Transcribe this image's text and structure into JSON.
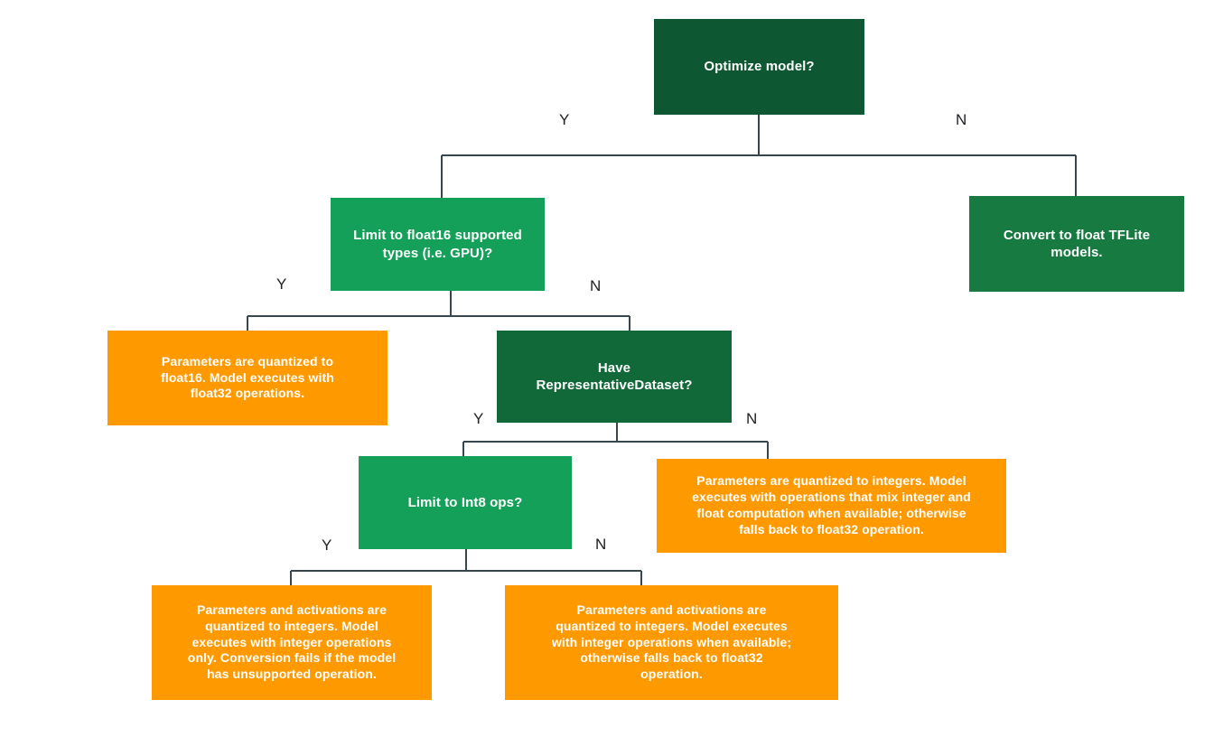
{
  "diagram": {
    "title": "TensorFlow Lite post-training quantization decision tree",
    "background_color": "#ffffff",
    "edge_color": "#37474f",
    "colors": {
      "dark_green": "#0d5732",
      "medium_green": "#177a41",
      "bright_green": "#15a05a",
      "orange": "#ff9900",
      "node_text": "#ffffff",
      "edge_label_text": "#202124"
    }
  },
  "nodes": {
    "optimize_model": {
      "label": "Optimize model?",
      "color": "#0d5732",
      "font_size": 15
    },
    "limit_float16": {
      "label": "Limit to float16 supported\ntypes (i.e. GPU)?",
      "color": "#15a05a",
      "font_size": 15
    },
    "convert_float_tflite": {
      "label": "Convert to float TFLite\nmodels.",
      "color": "#177a41",
      "font_size": 15
    },
    "float16_result": {
      "label": "Parameters are quantized to\nfloat16. Model executes with\nfloat32 operations.",
      "color": "#ff9900",
      "font_size": 14
    },
    "have_representative_dataset": {
      "label": "Have\nRepresentativeDataset?",
      "color": "#11693a",
      "font_size": 15
    },
    "limit_int8_ops": {
      "label": "Limit to Int8 ops?",
      "color": "#15a05a",
      "font_size": 15
    },
    "dynamic_range_result": {
      "label": "Parameters are quantized to integers. Model\nexecutes with operations that mix integer and\nfloat computation when available; otherwise\nfalls back to float32 operation.",
      "color": "#ff9900",
      "font_size": 14
    },
    "full_int_only_result": {
      "label": "Parameters and activations are\nquantized to integers. Model\nexecutes with integer operations\nonly. Conversion fails if the model\nhas unsupported operation.",
      "color": "#ff9900",
      "font_size": 14
    },
    "full_int_fallback_result": {
      "label": "Parameters and activations are\nquantized to integers. Model executes\nwith integer operations when available;\notherwise falls back to float32\noperation.",
      "color": "#ff9900",
      "font_size": 14
    }
  },
  "edge_labels": {
    "optimize_yes": "Y",
    "optimize_no": "N",
    "float16_yes": "Y",
    "float16_no": "N",
    "dataset_yes": "Y",
    "dataset_no": "N",
    "int8_yes": "Y",
    "int8_no": "N"
  }
}
